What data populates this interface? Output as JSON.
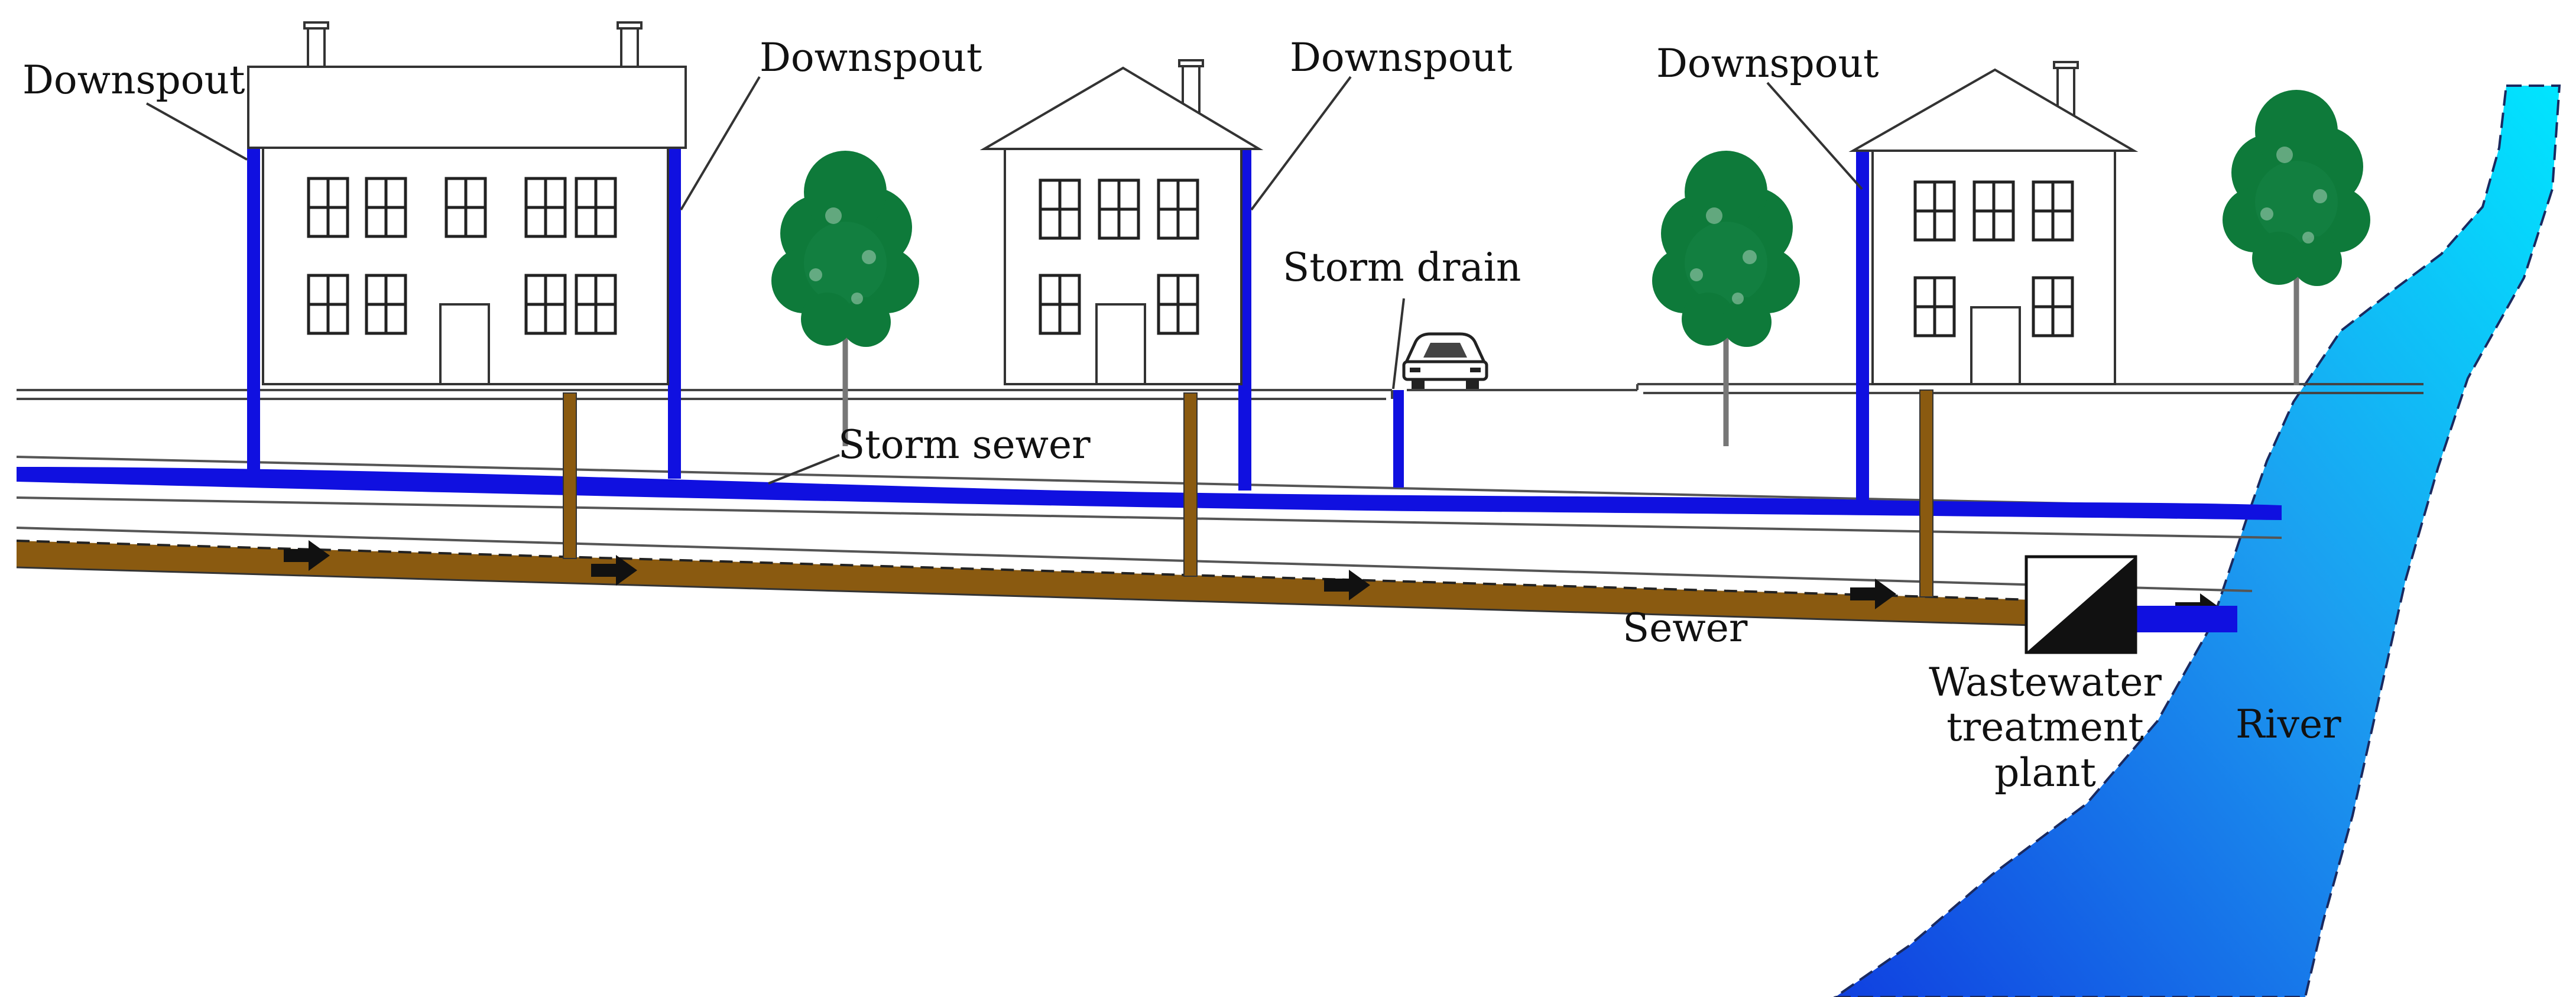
{
  "labels": {
    "downspout_1": "Downspout",
    "downspout_2": "Downspout",
    "downspout_3": "Downspout",
    "downspout_4": "Downspout",
    "storm_drain": "Storm drain",
    "storm_sewer": "Storm sewer",
    "sewer": "Sewer",
    "treatment_line1": "Wastewater",
    "treatment_line2": "treatment",
    "treatment_line3": "plant",
    "river": "River"
  },
  "colors": {
    "storm_water": "#1010e0",
    "sewage": "#8a5a10",
    "river_light": "#00e5ff",
    "river_dark": "#1040e0",
    "tree_foliage": "#0e7a3a",
    "tree_trunk": "#777777",
    "outline": "#222222"
  },
  "icons": [
    "house-icon",
    "tree-icon",
    "car-icon",
    "flow-arrow-icon",
    "treatment-plant-icon"
  ]
}
